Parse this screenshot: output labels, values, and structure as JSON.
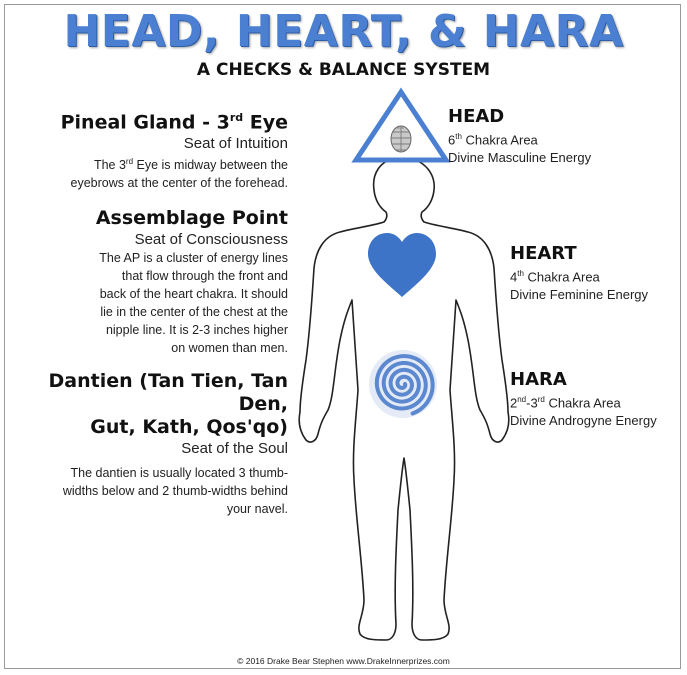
{
  "title": "HEAD, HEART, & HARA",
  "subtitle": "A CHECKS & BALANCE SYSTEM",
  "colors": {
    "accent": "#4a7fd1",
    "heart": "#3d74c7",
    "spiral": "#5b88cf"
  },
  "left": {
    "pineal": {
      "heading_main": "Pineal Gland - 3",
      "heading_sup": "rd",
      "heading_end": " Eye",
      "subheading": "Seat of Intuition",
      "line1_pre": "The 3",
      "line1_sup": "rd",
      "line1_post": " Eye is midway between the",
      "line2": "eyebrows at the center of the forehead."
    },
    "assemblage": {
      "heading": "Assemblage Point",
      "subheading": "Seat of Consciousness",
      "lines": [
        "The AP is a cluster of energy lines",
        "that flow through the front and",
        "back of the heart chakra. It should",
        "lie in the center of the chest at the",
        "nipple line. It is 2-3 inches higher",
        "on women than men."
      ]
    },
    "dantien": {
      "heading_line1": "Dantien (Tan Tien, Tan Den,",
      "heading_line2": "Gut, Kath, Qos'qo)",
      "subheading": "Seat of the Soul",
      "lines": [
        "The dantien is usually located 3 thumb-",
        "widths below and 2 thumb-widths behind",
        "your navel."
      ]
    }
  },
  "right": {
    "head": {
      "heading": "HEAD",
      "num": "6",
      "sup": "th",
      "area": " Chakra Area",
      "energy": "Divine Masculine Energy"
    },
    "heart": {
      "heading": "HEART",
      "num": "4",
      "sup": "th",
      "area": " Chakra Area",
      "energy": "Divine Feminine Energy"
    },
    "hara": {
      "heading": "HARA",
      "num1": "2",
      "sup1": "nd",
      "dash": "-3",
      "sup2": "rd",
      "area": " Chakra Area",
      "energy": "Divine Androgyne Energy"
    }
  },
  "footer": "© 2016 Drake Bear Stephen www.DrakeInnerprizes.com",
  "icons": {
    "head": "pinecone-in-triangle-icon",
    "heart": "heart-icon",
    "hara": "spiral-icon"
  }
}
